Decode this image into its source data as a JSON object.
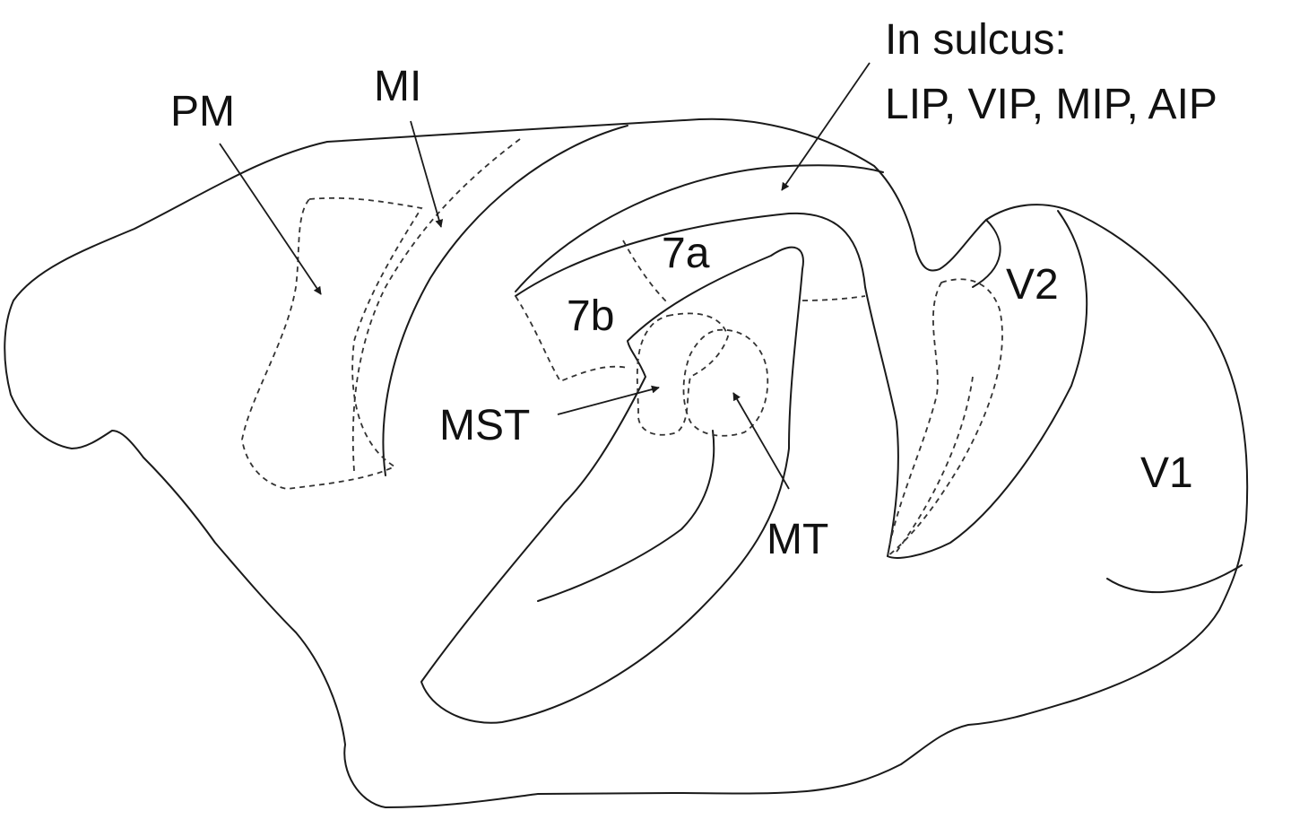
{
  "labels": {
    "pm": "PM",
    "mi": "MI",
    "sulcus_line1": "In sulcus:",
    "sulcus_line2": "LIP, VIP, MIP, AIP",
    "area_7a": "7a",
    "area_7b": "7b",
    "mst": "MST",
    "mt": "MT",
    "v2": "V2",
    "v1": "V1"
  },
  "colors": {
    "line": "#1a1a1a",
    "background": "#ffffff"
  }
}
